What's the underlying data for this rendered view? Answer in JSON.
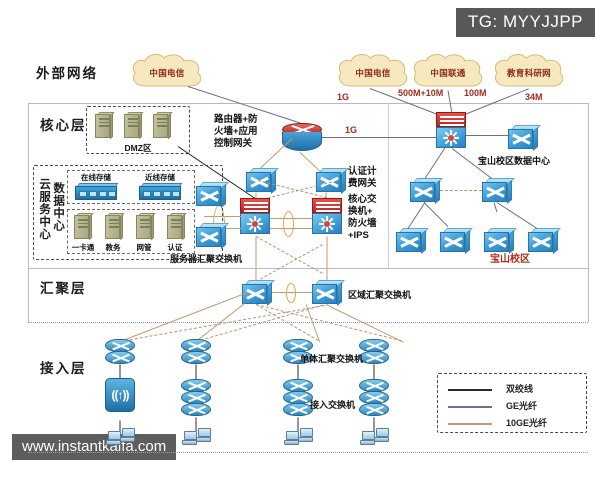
{
  "watermarks": {
    "tg": "TG: MYYJJPP",
    "site": "www.instantkaifa.com"
  },
  "zones": [
    {
      "id": "external",
      "label": "外部网络"
    },
    {
      "id": "core",
      "label": "核心层"
    },
    {
      "id": "aggregation",
      "label": "汇聚层"
    },
    {
      "id": "access",
      "label": "接入层"
    }
  ],
  "datacenter": {
    "label_cloud": "云服务中心",
    "label_dc": "数据中心",
    "storage": [
      {
        "name": "在线存储"
      },
      {
        "name": "近线存储"
      }
    ],
    "servers": [
      {
        "name": "一卡通"
      },
      {
        "name": "教务"
      },
      {
        "name": "网管"
      },
      {
        "name": "认证"
      }
    ],
    "agg_switch_label": "服务器汇聚交换机"
  },
  "dmz": {
    "label": "DMZ区",
    "server_count": 3
  },
  "clouds": [
    {
      "id": "telecom-left",
      "name": "中国电信"
    },
    {
      "id": "telecom-right",
      "name": "中国电信"
    },
    {
      "id": "unicom",
      "name": "中国联通"
    },
    {
      "id": "cernet",
      "name": "教育科研网"
    }
  ],
  "bandwidths": [
    {
      "id": "bw-1g-left",
      "value": "1G"
    },
    {
      "id": "bw-1g-right",
      "value": "1G"
    },
    {
      "id": "bw-500m",
      "value": "500M+10M"
    },
    {
      "id": "bw-100m",
      "value": "100M"
    },
    {
      "id": "bw-34m",
      "value": "34M"
    }
  ],
  "callouts": {
    "router": "路由器+防\n火墙+应用\n控制网关",
    "auth_gateway": "认证计\n费网关",
    "core_switch": "核心交\n换机+\n防火墙\n+IPS",
    "regional_agg": "区域汇聚交换机",
    "single_agg": "单体汇聚交换机",
    "access_switch": "接入交换机",
    "baoshan_dc": "宝山校区数据中心",
    "baoshan_campus": "宝山校区"
  },
  "legend": {
    "title": "",
    "items": [
      {
        "label": "双绞线",
        "color": "#2b2b2b",
        "style": "solid"
      },
      {
        "label": "GE光纤",
        "color": "#6c6f90",
        "style": "solid"
      },
      {
        "label": "10GE光纤",
        "color": "#c79a6b",
        "style": "solid"
      }
    ]
  },
  "palette": {
    "cloud_fill": "#f6e8bf",
    "cloud_text": "#8c2b16",
    "switch_blue": "#3b9ad6",
    "firewall_red": "#c0221c",
    "server_olive": "#a7a782",
    "link_ge": "#6c6f90",
    "link_10ge": "#c79a6b",
    "link_tp": "#2b2b2b"
  }
}
